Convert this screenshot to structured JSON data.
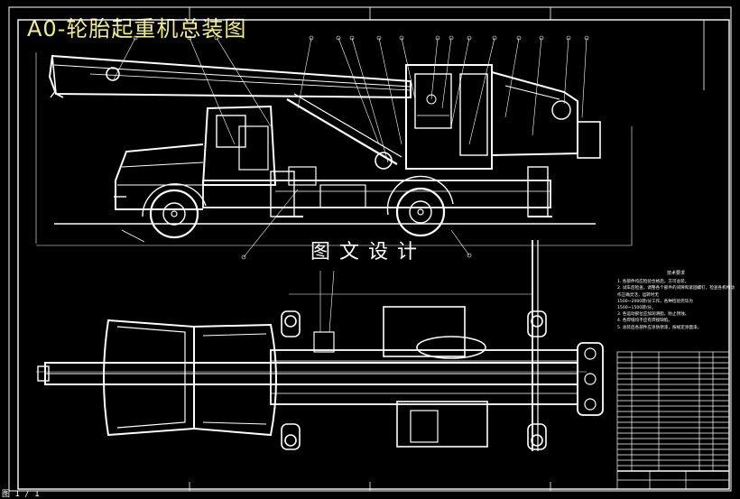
{
  "drawing": {
    "title": "A0-轮胎起重机总装图",
    "watermark": "图文设计",
    "tech_notes": {
      "title": "技术要求",
      "lines": [
        "1. 各部件均应检验合格后，方可总装。",
        "2. 试车后检查，调整各个部件的间隙和紧固螺钉，检查各机构动作正确灵活，运转时无",
        "1500~2000转/分工作，各种检验完毕为",
        "1500~1500转/分。",
        "3. 各运动部位应加润滑脂，防止锈蚀。",
        "4. 各焊缝均不应有焊接缺陷。",
        "5. 总装后各部件应涂防锈漆，按规定涂面漆。"
      ]
    },
    "status_text": "图 1 / 1"
  },
  "colors": {
    "background": "#000000",
    "lines": "#ffffff",
    "title": "#f2ef7a"
  }
}
